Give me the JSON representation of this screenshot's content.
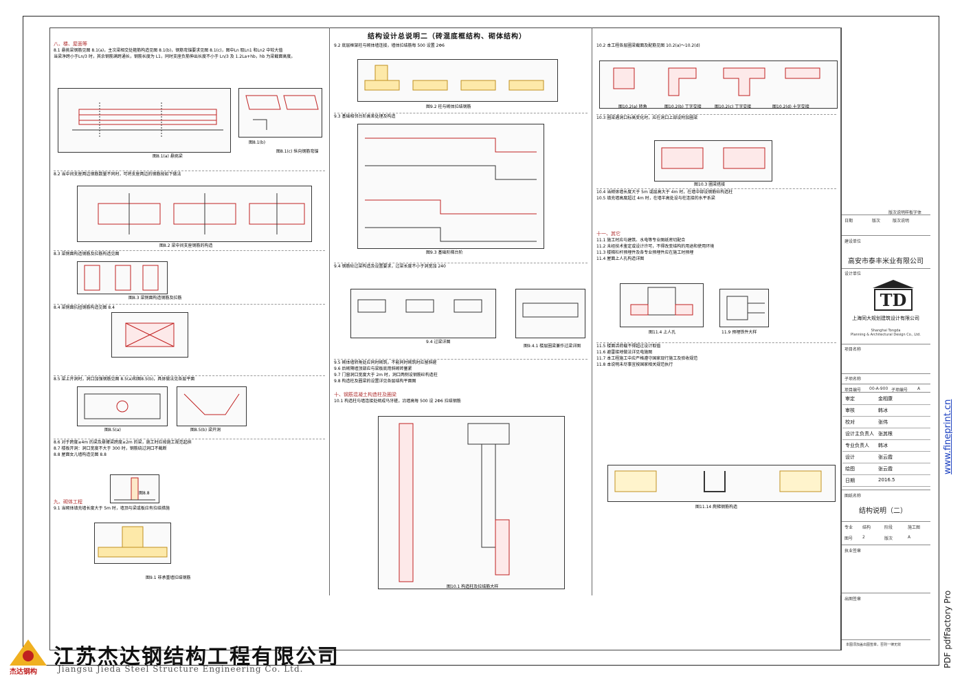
{
  "main_title": "结构设计总说明二（砖混底框结构、砌体结构）",
  "col1": {
    "s8_header": "八、楼、屋面等",
    "s81": "8.1 悬挑梁钢筋见图 8.1(a)，主次梁相交处箍筋构造见图 8.1(b)，钢筋弯锚要求见图 8.1(c)，图中Ln 取Ln1 和Ln2 中较大值",
    "s81b": "当梁净跨小于Ln/3 时，其余钢筋满跨通长，钢筋长度为 L1，同时支座负筋伸出长度不小于 Ln/3 及 1.2La+hb，hb 为梁截面高度。",
    "fig81a": "图8.1(a) 悬挑梁",
    "fig81b": "图8.1(b)",
    "fig81c": "图8.1(c) 纵向钢筋弯锚",
    "s82": "8.2 当中间支座两边钢筋数量不同时，可将支座两边的钢筋按如下做法",
    "fig82": "图8.2 梁中间支座钢筋的构造",
    "s83": "8.3 梁侧面构造钢筋及拉筋构造见图",
    "fig83": "图8.3 梁侧面构造钢筋及拉筋",
    "s84": "8.4 梁侧面抗扭钢筋构造见图 8.4",
    "s85": "8.5 梁上开洞时，洞口加强钢筋见图 8.5(a)和图8.5(b)，具体做法见各层平面",
    "fig85a": "图8.5(a)",
    "fig85b": "图8.5(b) 梁开洞",
    "s86": "8.6 对于跨度≥4m 的梁及悬臂梁跨度≥2m 的梁，施工时应按施工规范起拱",
    "s87": "8.7 楼板开洞：洞口宽度不大于 300 时，钢筋绕过洞口不截断",
    "s88": "8.8 屋面女儿墙构造见图 8.8",
    "fig88": "图8.8",
    "s9_header": "九、砌体工程",
    "s91": "9.1 当砌体填充墙长度大于 5m 时，墙顶与梁或板应有拉结措施",
    "fig91": "图9.1 非承重墙拉结钢筋"
  },
  "col2": {
    "s92": "9.2 底层框架柱与砌体墙连接，墙体拉结筋每 500 设置 2Φ6",
    "fig92": "图9.2 柱与砌体拉结钢筋",
    "s93": "9.3 基础相邻台阶高差处理及构造",
    "fig93": "图9.3 基础阶梯台阶",
    "s94": "9.4 钢筋砼过梁构造及设置要求，过梁长度不小于洞宽加 240",
    "fig94": "9.4 过梁详图",
    "fig941": "图9.4.1 楼层圈梁兼作过梁详图",
    "s95": "9.5 砌体墙转角处应同时砌筑，不能同时砌筑时应留斜槎",
    "s96": "9.6 后砌隔墙顶部应与梁板底用斜砌砖塞紧",
    "s97": "9.7 门窗洞口宽度大于 2m 时，洞口两侧设钢筋砼构造柱",
    "s98": "9.8 构造柱及圈梁的设置详见各层结构平面图",
    "s10_header": "十、钢筋混凝土构造柱及圈梁",
    "s101": "10.1 构造柱与墙连接处砌成马牙槎，沿墙高每 500 设 2Φ6 拉结钢筋",
    "fig101": "图10.1 构造柱及拉结筋大样"
  },
  "col3": {
    "s102": "10.2 本工程各层圈梁截面及配筋见图 10.2(a)～10.2(d)",
    "fig102a": "图10.2(a) 转角",
    "fig102b": "图10.2(b) 丁字交接",
    "fig102c": "图10.2(c) 丁字交接",
    "fig102d": "图10.2(d) 十字交接",
    "s103": "10.3 圈梁遇洞口标高变化时，应在洞口上部设附加圈梁",
    "fig103": "图10.3 圈梁搭接",
    "s104": "10.4 当砌体墙长度大于 5m 或层高大于 4m 时，在墙中部设钢筋砼构造柱",
    "s105": "10.5 填充墙高度超过 4m 时，在墙半高处设与柱连接的水平系梁",
    "s11_header": "十一、其它",
    "s111": "11.1 施工时应与建筑、水电等专业图纸密切配合",
    "s112": "11.2 未经技术鉴定或设计许可，不得改变结构的用途和使用环境",
    "s113": "11.3 楼梯栏杆预埋件及各专业预埋件应在施工时预埋",
    "s114": "11.4 屋面上人孔构造详图",
    "fig114": "图11.4 上人孔",
    "fig119": "11.9 预埋铁件大样",
    "s115": "11.5 楼面活荷载不得超过设计取值",
    "s116": "11.6 避雷接地做法详见电施图",
    "s117": "11.7 本工程施工中应严格遵守国家现行施工及验收规范",
    "s118": "11.8 本说明未尽事宜按国家相关规范执行",
    "fig1114": "图11.14 爬梯钢筋构造"
  },
  "titleblock": {
    "version_label": "版次说明样板字体",
    "date_label": "日期",
    "version": "版次",
    "version_desc": "版次说明",
    "construction_unit_label": "建设单位",
    "construction_unit": "高安市泰丰米业有限公司",
    "design_unit_label": "设计单位",
    "logo_text": "TD",
    "design_unit": "上海同大规划建筑设计有限公司",
    "design_unit_en1": "Shanghai Tongda",
    "design_unit_en2": "Planning & Architectural Design Co., Ltd.",
    "project_name_label": "项目名称",
    "subproject_label": "子项名称",
    "project_no_label": "项目编号",
    "project_no": "00-A-900",
    "subproject_no_label": "子项编号",
    "subproject_no": "A",
    "roles": [
      {
        "role": "审定",
        "name": "金相康"
      },
      {
        "role": "审核",
        "name": "韩冰"
      },
      {
        "role": "校对",
        "name": "张伟"
      },
      {
        "role": "设计主负责人",
        "name": "张其根"
      },
      {
        "role": "专业负责人",
        "name": "韩冰"
      },
      {
        "role": "设计",
        "name": "张云霞"
      },
      {
        "role": "绘图",
        "name": "张云霞"
      },
      {
        "role": "日期",
        "name": "2016.5"
      }
    ],
    "drawing_name_label": "图纸名称",
    "drawing_name": "结构说明（二）",
    "discipline_label": "专业",
    "discipline": "结构",
    "stage_label": "阶段",
    "stage": "施工图",
    "sheet_no_label": "图号",
    "sheet_no": "2",
    "edition_label": "版次",
    "edition": "A",
    "stamp_label": "执业签章",
    "release_label": "出图签章",
    "footer": "本图须加盖出图签章，否则一律无效"
  },
  "bottom_company": {
    "name_cn": "江苏杰达钢结构工程有限公司",
    "name_en": "Jiangsu Jieda Steel Structure Engineering Co. Ltd.",
    "short": "杰达钢构"
  },
  "side_watermark": {
    "link": "www.fineprint.cn",
    "text": "PDF  pdfFactory Pro"
  }
}
